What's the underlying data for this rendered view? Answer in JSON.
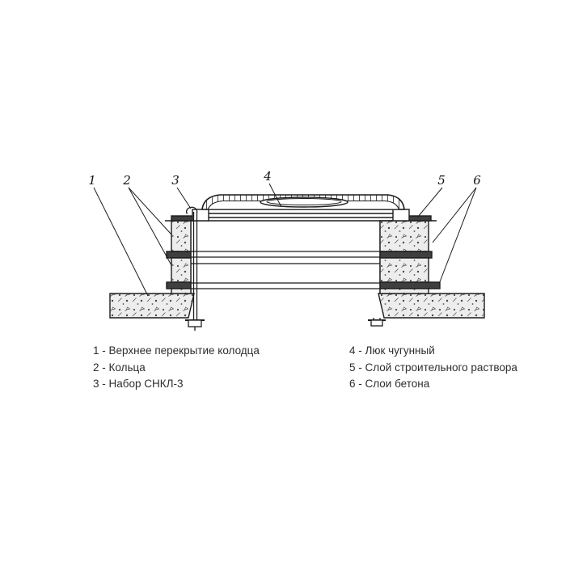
{
  "figure_type": "technical-section-diagram",
  "callouts": [
    "1",
    "2",
    "3",
    "4",
    "5",
    "6"
  ],
  "legend": {
    "left": [
      "1 - Верхнее перекрытие колодца",
      "2 - Кольца",
      "3 - Набор СНКЛ-3"
    ],
    "right": [
      "4 - Люк чугунный",
      "5 - Слой строительного раствора",
      "6 - Слои бетона"
    ]
  },
  "colors": {
    "line": "#1c1c1c",
    "mortar_joint": "#3f3f3f",
    "concrete_fill": "#ededed",
    "background": "#ffffff"
  }
}
